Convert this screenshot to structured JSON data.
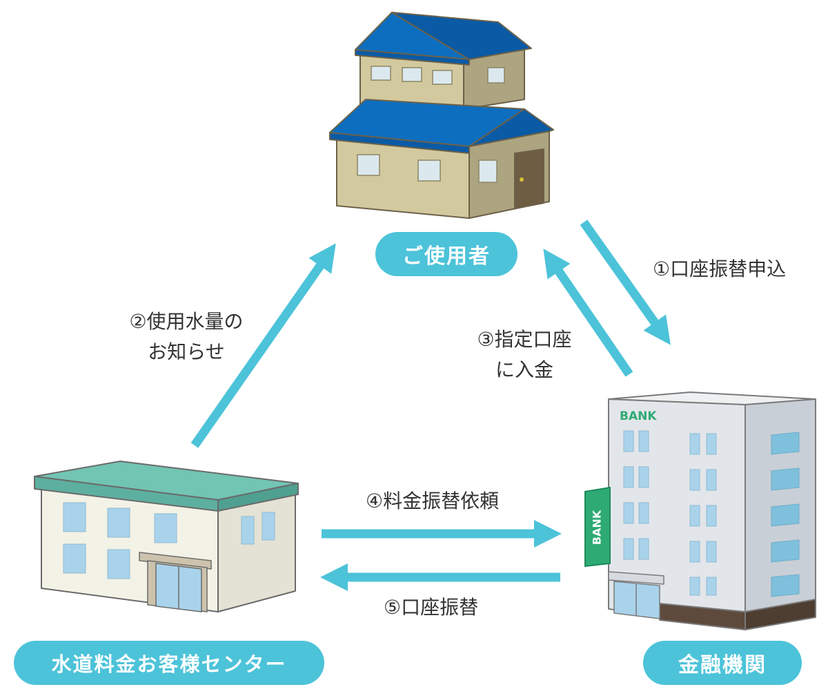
{
  "nodes": {
    "user": "ご使用者",
    "center": "水道料金お客様センター",
    "bank": "金融機関"
  },
  "steps": {
    "s1": "①口座振替申込",
    "s2_line1": "②使用水量の",
    "s2_line2": "お知らせ",
    "s3_line1": "③指定口座",
    "s3_line2": "に入金",
    "s4": "④料金振替依頼",
    "s5": "⑤口座振替"
  },
  "signs": {
    "bank_roof": "BANK",
    "bank_side": "BANK"
  },
  "colors": {
    "accent": "#4cc3d9",
    "house_roof": "#0a64b4",
    "house_wall": "#d3c99e",
    "office_roof": "#72c4b3",
    "office_wall": "#f3f2e6",
    "bank_sign": "#2eaa74",
    "window": "#a9d3eb",
    "text": "#333333"
  }
}
